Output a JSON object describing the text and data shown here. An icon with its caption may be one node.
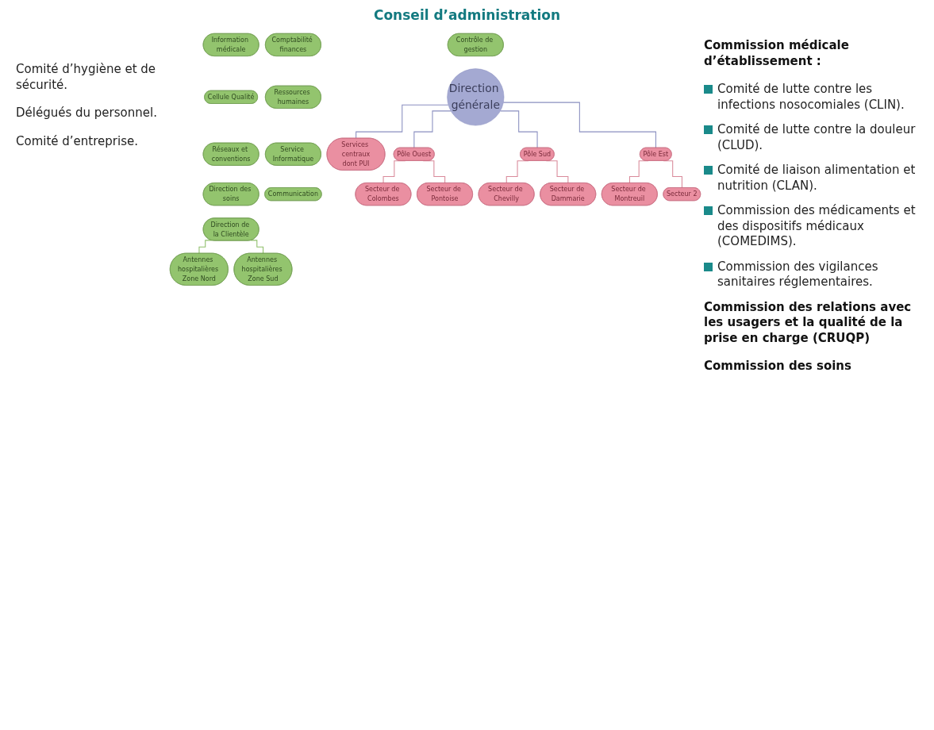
{
  "diagram": {
    "nodes": [
      {
        "text": [
          "Direction générale"
        ]
      },
      {
        "text": [
          "Contrôle de gestion"
        ]
      },
      {
        "text": [
          "Information médicale"
        ]
      },
      {
        "text": [
          "Comptabilité finances"
        ]
      },
      {
        "text": [
          "Cellule Qualité"
        ]
      },
      {
        "text": [
          "Ressources humaines"
        ]
      },
      {
        "text": [
          "Réseaux et conventions"
        ]
      },
      {
        "text": [
          "Service Informatique"
        ]
      },
      {
        "text": [
          "Direction des soins"
        ]
      },
      {
        "text": [
          "Communication"
        ]
      },
      {
        "text": [
          "Direction de la Clientèle"
        ]
      },
      {
        "text": [
          "Services centraux",
          "dont PUI"
        ]
      },
      {
        "text": [
          "Antennes hospitalières Zone Nord"
        ]
      },
      {
        "text": [
          "Antennes hospitalières Zone Sud"
        ]
      },
      {
        "text": [
          "Pôle Ouest"
        ]
      },
      {
        "text": [
          "Pôle Sud"
        ]
      },
      {
        "text": [
          "Pôle Est"
        ]
      },
      {
        "text": [
          "Secteur de Colombes"
        ]
      },
      {
        "text": [
          "Secteur de Pontoise"
        ]
      },
      {
        "text": [
          "Secteur de Chevilly"
        ]
      },
      {
        "text": [
          "Secteur de Dammarie"
        ]
      },
      {
        "text": [
          "Secteur de Montreuil"
        ]
      },
      {
        "text": [
          "Secteur 2"
        ]
      }
    ],
    "edges": [
      {
        "from": 10,
        "to": 12,
        "arrow": "none",
        "color": "#8fbf6a"
      },
      {
        "from": 10,
        "to": 13,
        "arrow": "none",
        "color": "#8fbf6a"
      },
      {
        "from": 0,
        "to": 14,
        "arrow": "none",
        "color": "#8a8fc0"
      },
      {
        "from": 0,
        "to": 15,
        "arrow": "none",
        "color": "#8a8fc0"
      },
      {
        "from": 0,
        "to": 16,
        "arrow": "none",
        "color": "#8a8fc0"
      },
      {
        "from": 0,
        "to": 11,
        "arrow": "none",
        "color": "#8a8fc0"
      },
      {
        "from": 14,
        "to": 17,
        "arrow": "none"
      },
      {
        "from": 14,
        "to": 18,
        "arrow": "none"
      },
      {
        "from": 15,
        "to": 19,
        "arrow": "none"
      },
      {
        "from": 15,
        "to": 20,
        "arrow": "none"
      },
      {
        "from": 16,
        "to": 21,
        "arrow": "none"
      },
      {
        "from": 16,
        "to": 22,
        "arrow": "none"
      }
    ],
    "labels": [
      "Conseil d’administration",
      "Comité d’hygiène et de sécurité.",
      "Délégués du personnel.",
      "Comité d’entreprise.",
      "Commission médicale d’établissement :",
      "Comité de lutte contre les infections nosocomiales (CLIN).",
      "Comité de lutte contre la douleur (CLUD).",
      "Comité de liaison alimentation et nutrition (CLAN).",
      "Commission des médicaments et des dispositifs médicaux (COMEDIMS).",
      "Commission des vigilances sanitaires réglementaires.",
      "Commission des relations avec les usagers et la qualité de la prise en charge (CRUQP)",
      "Commission des soins"
    ]
  }
}
